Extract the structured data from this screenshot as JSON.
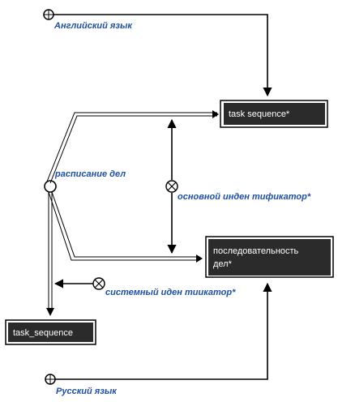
{
  "labels": {
    "english_language": "Английский язык",
    "russian_language": "Русский язык",
    "task_schedule": "расписание дел",
    "main_identifier": "основной инден тификатор*",
    "system_identifier": "системный иден тиикатор*"
  },
  "nodes": {
    "task_sequence_en": "task sequence*",
    "task_sequence_ru_line1": "последовательность",
    "task_sequence_ru_line2": "дел*",
    "task_sequence_sys": "task_sequence"
  },
  "colors": {
    "node_fill": "#2b2b2b",
    "label_blue": "#1f4fa0",
    "line": "#000000"
  },
  "icons": {
    "language": "globe-icon",
    "concept": "circle-node-icon",
    "identifier": "crossed-circle-icon"
  }
}
